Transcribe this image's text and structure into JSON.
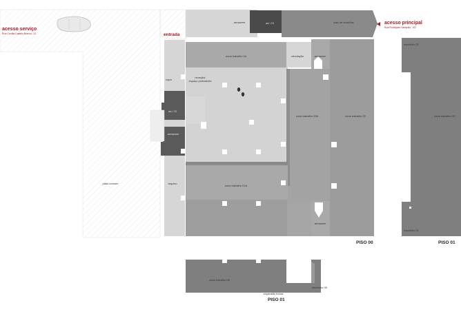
{
  "colors": {
    "light": "#d6d6d6",
    "mid": "#a9a9a9",
    "mid2": "#9c9c9c",
    "dark": "#7f7f7f",
    "darker": "#5a5a5a",
    "darkest": "#4a4a4a",
    "accent": "#b3121b"
  },
  "labels": {
    "acesso_servico": "acesso serviço",
    "acesso_servico_sub": "Rua Cecília Castelo Branco, 13",
    "entrada": "entrada",
    "acesso_principal": "acesso principal",
    "acesso_principal_sub": "Rua Rodrigues Sampaio, 102",
    "armazem_top": "armazem",
    "wc_top": "wc / IS",
    "sala_reunioes": "sala de reuniões",
    "zona_trabalho_04": "zona trabalho 04",
    "circulacao": "circulação",
    "armazem_right": "armazem",
    "copa": "copa",
    "rececao": "receção/",
    "espaco_polivalente": "espaço polivalente",
    "zona_trabalho_03a": "zona trabalho 03A",
    "zona_trabalho_02": "zona trabalho 02",
    "wc_mid": "wc / IS",
    "armazem_mid": "armazem",
    "patio_comum": "pátio comum",
    "arquivo": "arquivo",
    "zona_trabalho_01a": "zona trabalho 01A",
    "armazem_bottom": "armazem",
    "piso00": "PISO 00",
    "escrit_02": "escritório 02",
    "zona_trabalho_03": "zona trabalho 03",
    "escrit_01": "escritório 01",
    "piso01_right": "PISO 01",
    "zona_trabalho_05": "zona trabalho 05",
    "escrit_05": "escritório 05",
    "expansao": "expansão futura",
    "piso01_bottom": "PISO 01"
  }
}
